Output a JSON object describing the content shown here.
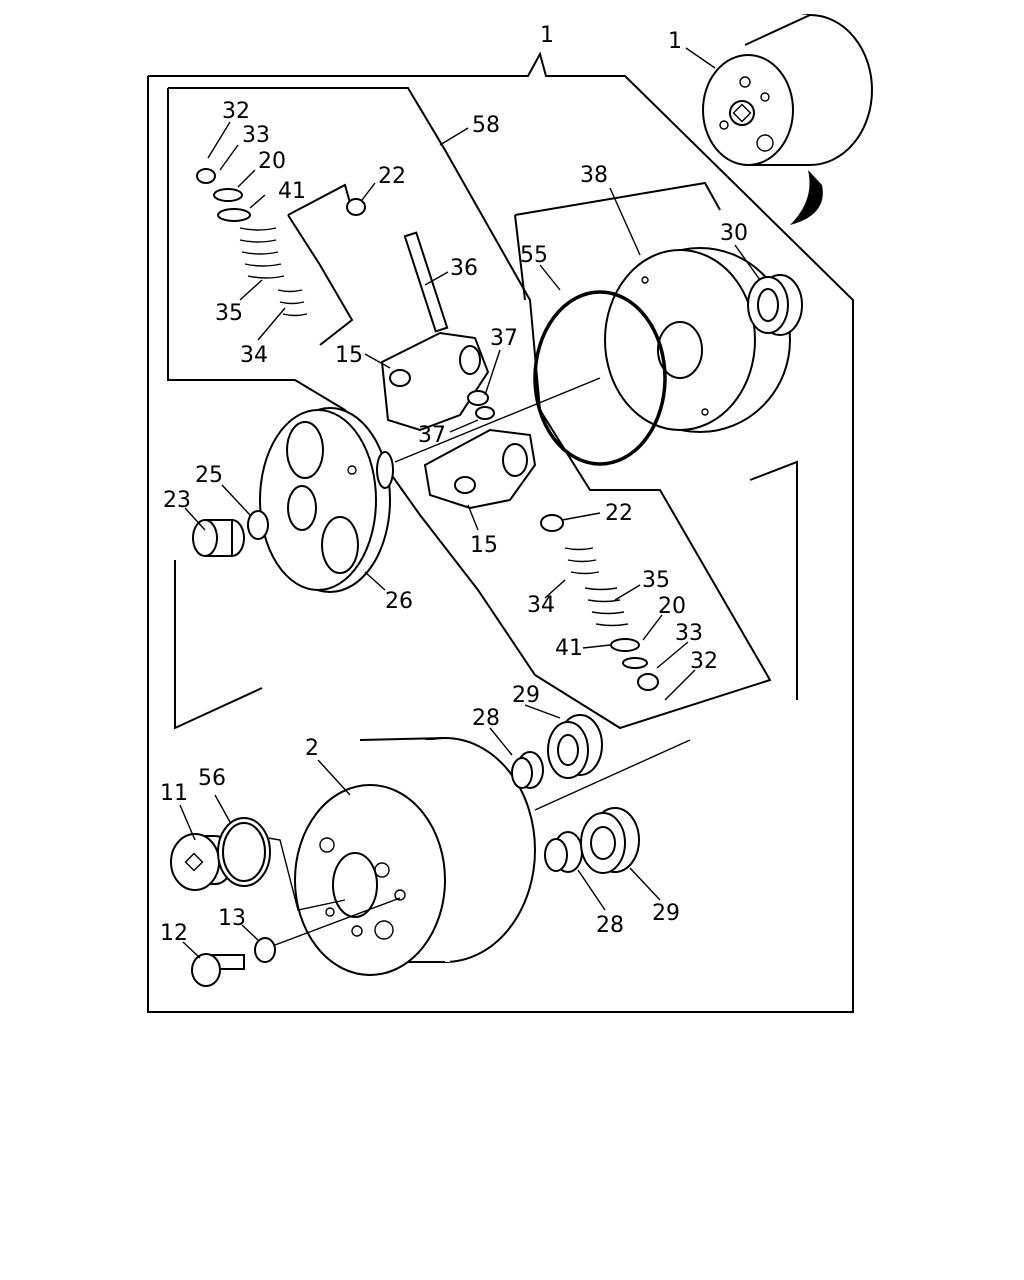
{
  "diagram": {
    "callouts": [
      "1",
      "1",
      "58",
      "32",
      "33",
      "20",
      "41",
      "22",
      "36",
      "35",
      "34",
      "15",
      "37",
      "37",
      "38",
      "30",
      "55",
      "25",
      "23",
      "26",
      "22",
      "15",
      "35",
      "34",
      "20",
      "41",
      "33",
      "32",
      "29",
      "28",
      "2",
      "56",
      "11",
      "13",
      "12",
      "28",
      "29"
    ]
  }
}
